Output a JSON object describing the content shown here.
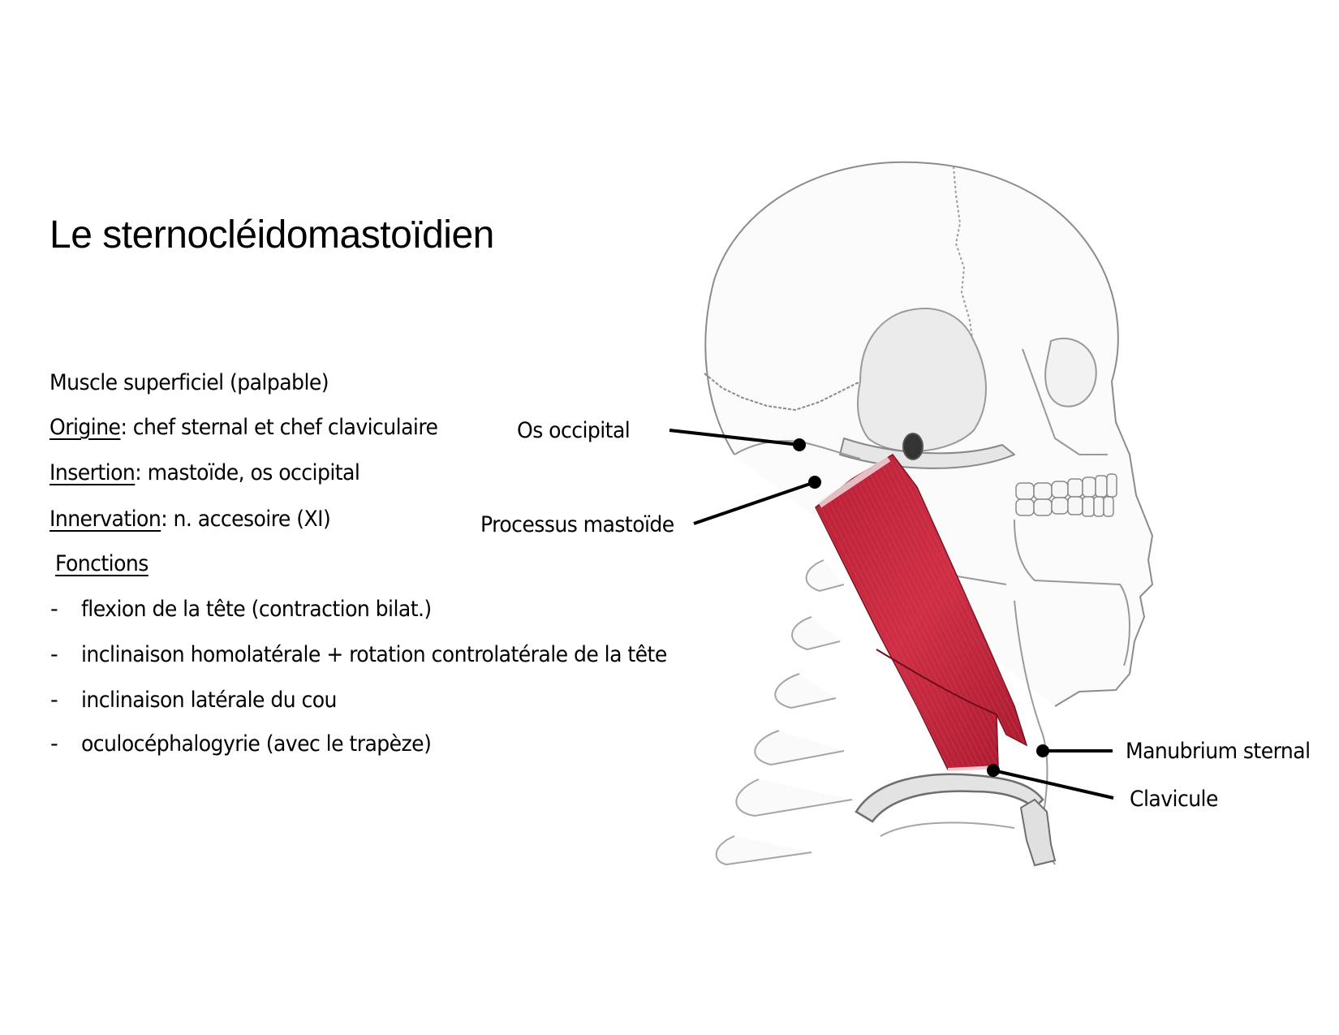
{
  "slide": {
    "title": "Le sternocléidomastoïdien",
    "lines": [
      {
        "text": "Muscle superficiel (palpable)"
      },
      {
        "label": "Origine",
        "text": ": chef sternal et chef claviculaire"
      },
      {
        "label": "Insertion",
        "text": ": mastoïde, os occipital"
      },
      {
        "label": "Innervation",
        "text": ": n. accesoire (XI)"
      }
    ],
    "functions_heading": "Fonctions",
    "functions": [
      {
        "dash": "-",
        "text": "flexion de la tête (contraction bilat.)"
      },
      {
        "dash": "-",
        "text": "inclinaison homolatérale + rotation controlatérale de la tête"
      },
      {
        "dash": "-",
        "text": "inclinaison latérale du cou"
      },
      {
        "dash": "-",
        "text": "oculocéphalogyrie (avec le trapèze)"
      }
    ]
  },
  "illustration": {
    "subject": "skull-and-neck-lateral-view",
    "muscle_color": "#c8283c",
    "labels": {
      "os_occipital": "Os occipital",
      "processus_mastoide": "Processus mastoïde",
      "manubrium_sternal": "Manubrium sternal",
      "clavicule": "Clavicule"
    }
  }
}
